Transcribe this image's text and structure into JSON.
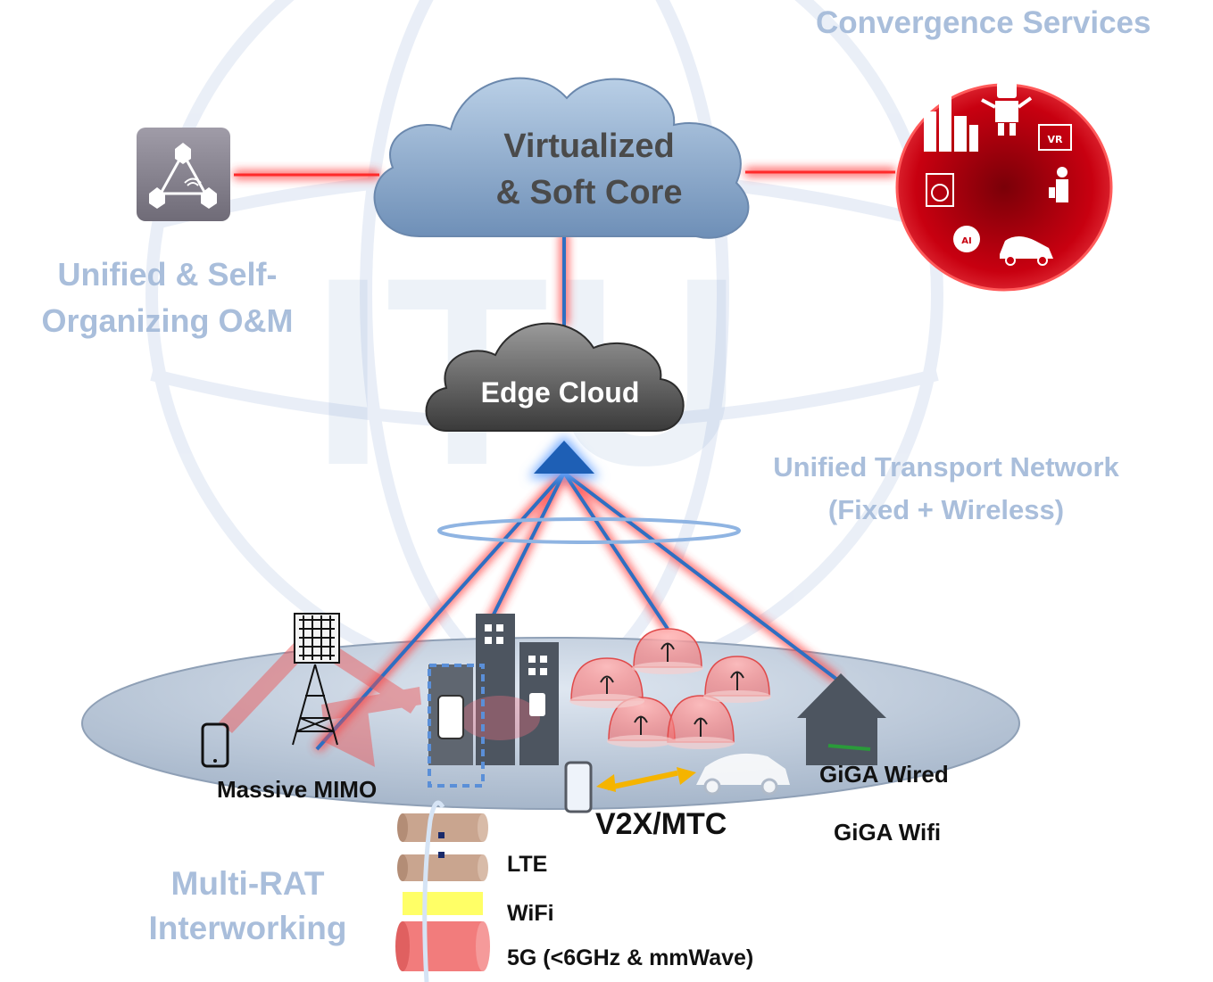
{
  "labels": {
    "convergence": "Convergence Services",
    "core_line1": "Virtualized",
    "core_line2": "& Soft Core",
    "om_line1": "Unified & Self-",
    "om_line2": "Organizing O&M",
    "edge": "Edge Cloud",
    "transport_line1": "Unified Transport Network",
    "transport_line2": "(Fixed + Wireless)",
    "mimo": "Massive MIMO",
    "v2x": "V2X/MTC",
    "giga_wired": "GiGA Wired",
    "giga_wifi": "GiGA Wifi",
    "rat_line1": "Multi-RAT",
    "rat_line2": "Interworking",
    "lte": "LTE",
    "wifi": "WiFi",
    "fiveg": "5G (<6GHz & mmWave)",
    "watermark": "ITU",
    "vr": "VR",
    "ai": "AI"
  },
  "colors": {
    "label_light": "#a9bedb",
    "link_red": "#ff3030",
    "link_blue": "#2e6fc2",
    "services_circle": "#c80010",
    "lte_cylinder": "#c9a58f",
    "wifi_cylinder": "#ffff66",
    "fiveg_cylinder": "#f27c7c",
    "v2x_arrow": "#f5b400"
  },
  "icons": [
    "om-triangle-icon",
    "cloud-core-icon",
    "edge-cloud-icon",
    "services-circle-icon",
    "smartphone-icon",
    "antenna-tower-icon",
    "building-icon",
    "hotspot-dome-icon",
    "car-icon",
    "house-icon",
    "v2x-arrow-icon"
  ]
}
